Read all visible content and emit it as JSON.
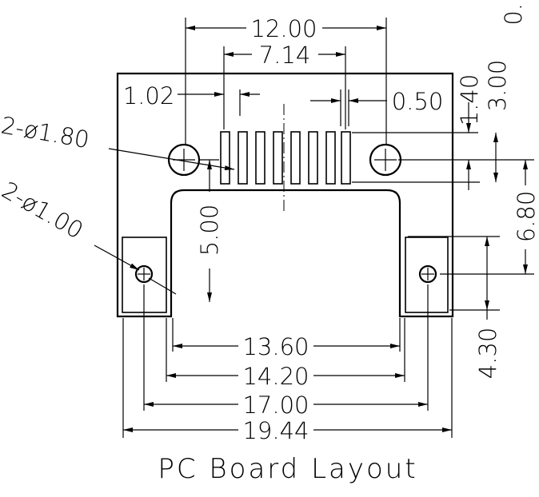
{
  "title": "PC Board Layout",
  "dimensions": {
    "d_12_00": "12.00",
    "d_7_14": "7.14",
    "d_1_02": "1.02",
    "d_0_50": "0.50",
    "d_1_40": "1.40",
    "d_3_00": "3.00",
    "d_hole_large": "2-ø1.80",
    "d_hole_small": "2-ø1.00",
    "d_5_00": "5.00",
    "d_6_80": "6.80",
    "d_4_30": "4.30",
    "d_13_60": "13.60",
    "d_14_20": "14.20",
    "d_17_00": "17.00",
    "d_19_44": "19.44",
    "d_clipped": "0."
  }
}
